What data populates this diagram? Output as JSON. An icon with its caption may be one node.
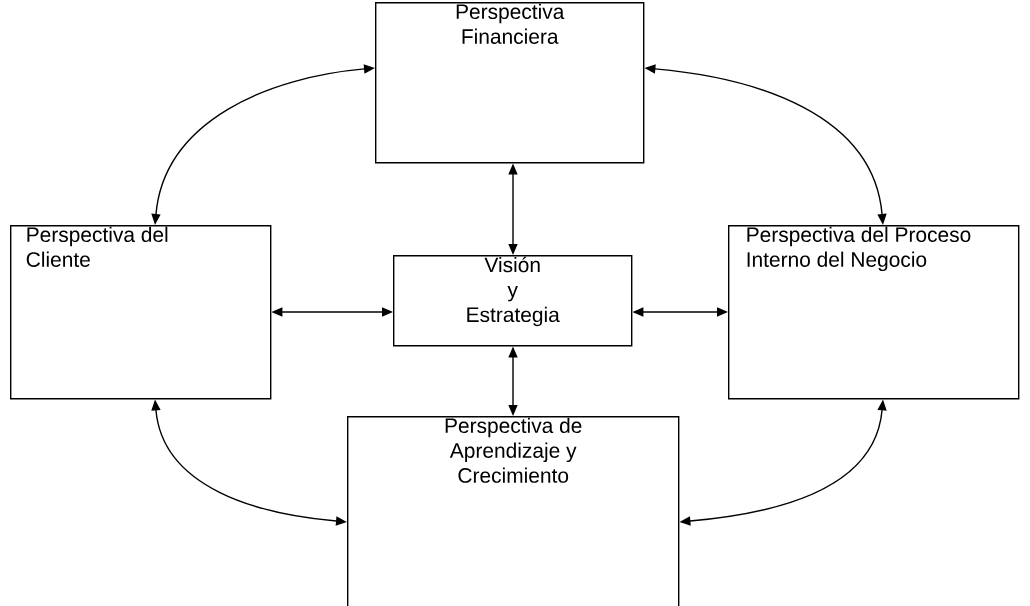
{
  "diagram": {
    "nodes": [
      {
        "text": [
          "Perspectiva Financiera"
        ]
      },
      {
        "text": [
          "Perspectiva del Cliente"
        ]
      },
      {
        "text": [
          "Visión",
          "y",
          "Estrategia"
        ]
      },
      {
        "text": [
          "Perspectiva del Proceso Interno del Negocio"
        ]
      },
      {
        "text": [
          "Perspectiva de Aprendizaje y Crecimiento"
        ]
      }
    ],
    "edges": [
      {
        "from": 0,
        "to": 1,
        "arrow": "both"
      },
      {
        "from": 0,
        "to": 3,
        "arrow": "both"
      },
      {
        "from": 0,
        "to": 2,
        "arrow": "both"
      },
      {
        "from": 1,
        "to": 2,
        "arrow": "both"
      },
      {
        "from": 2,
        "to": 3,
        "arrow": "both"
      },
      {
        "from": 2,
        "to": 4,
        "arrow": "both"
      },
      {
        "from": 1,
        "to": 4,
        "arrow": "both"
      },
      {
        "from": 3,
        "to": 4,
        "arrow": "both"
      }
    ]
  }
}
